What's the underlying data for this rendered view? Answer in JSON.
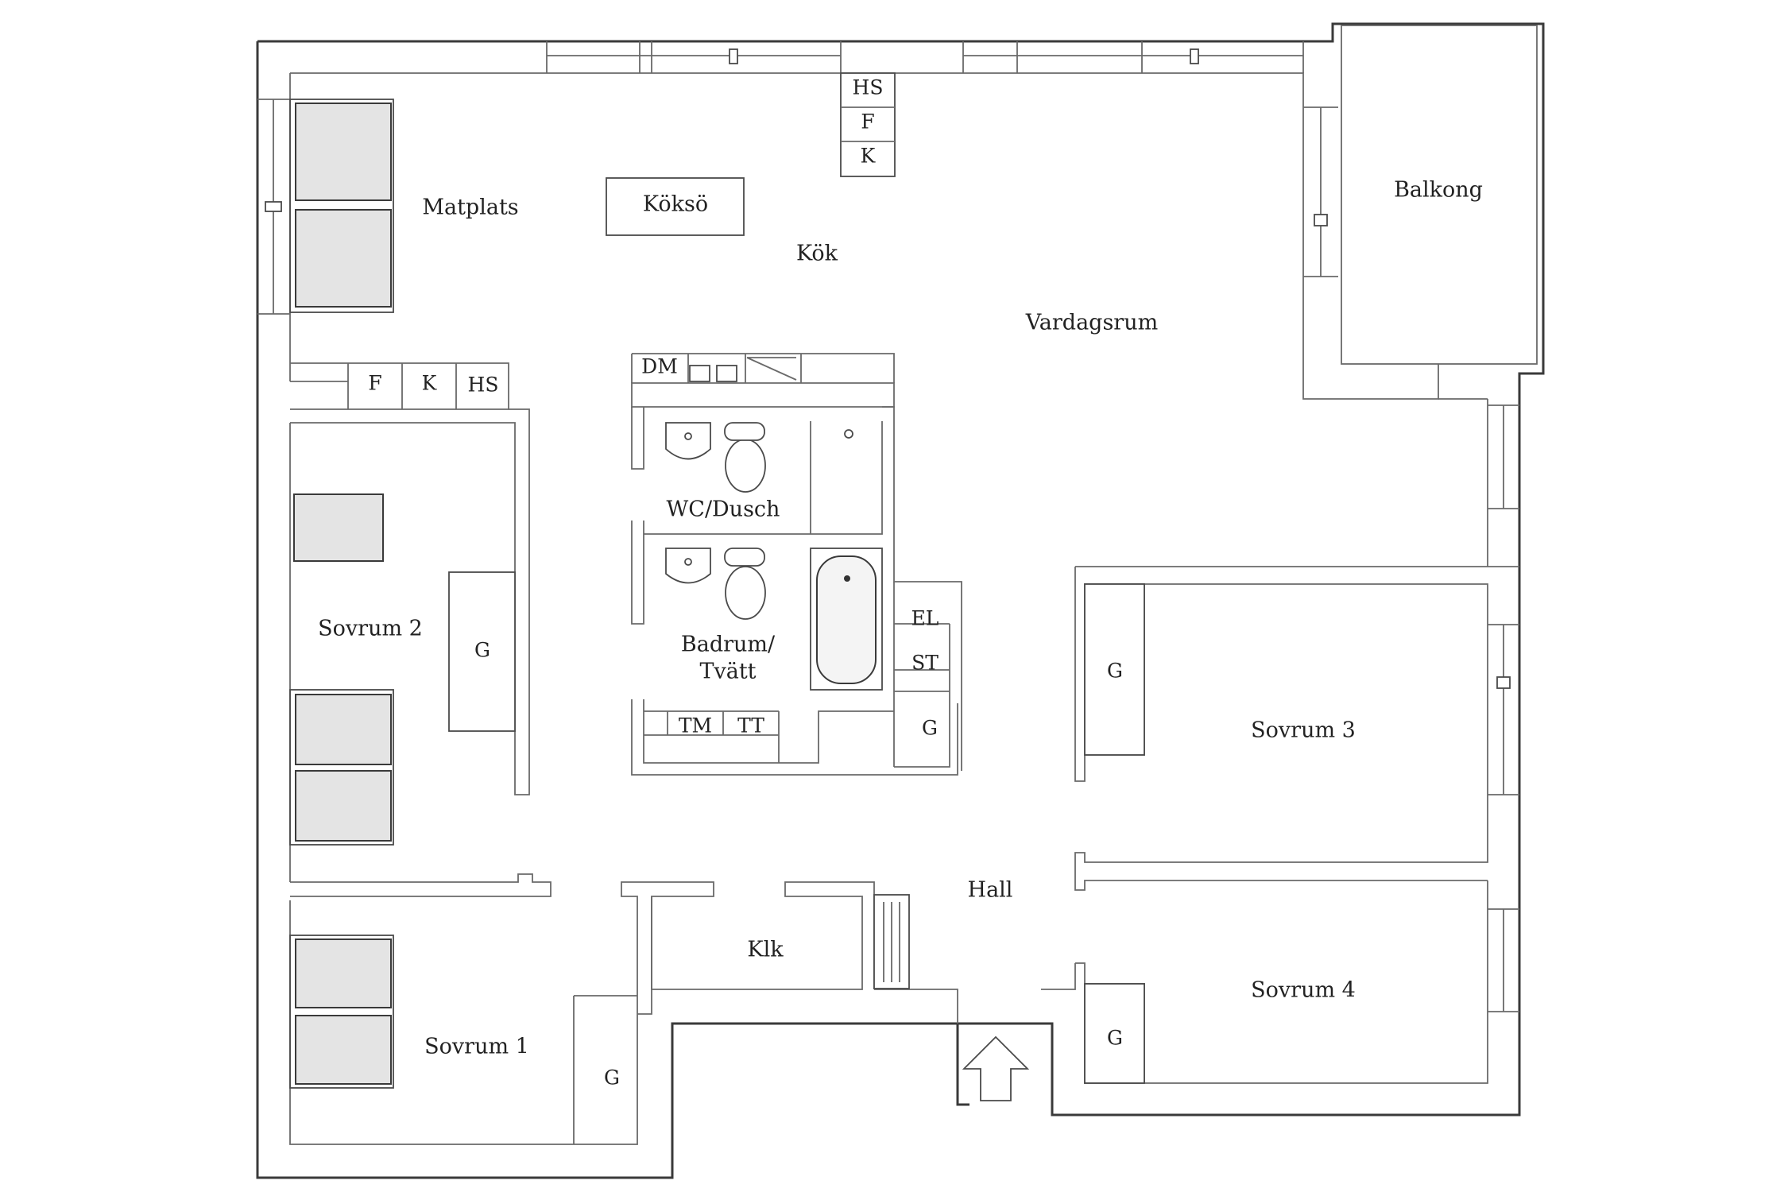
{
  "rooms": {
    "matplats": "Matplats",
    "kok": "Kök",
    "koksoe": "Köksö",
    "vardagsrum": "Vardagsrum",
    "balkong": "Balkong",
    "sovrum1": "Sovrum 1",
    "sovrum2": "Sovrum 2",
    "sovrum3": "Sovrum 3",
    "sovrum4": "Sovrum 4",
    "wc_dusch": "WC/Dusch",
    "badrum_line1": "Badrum/",
    "badrum_line2": "Tvätt",
    "hall": "Hall",
    "klk": "Klk"
  },
  "fixtures": {
    "hs": "HS",
    "f": "F",
    "k": "K",
    "dm": "DM",
    "el": "EL",
    "st": "ST",
    "tm": "TM",
    "tt": "TT",
    "g": "G"
  },
  "colors": {
    "wall": "#3a3a3a",
    "furniture_fill": "#e4e4e4",
    "background": "#ffffff"
  }
}
